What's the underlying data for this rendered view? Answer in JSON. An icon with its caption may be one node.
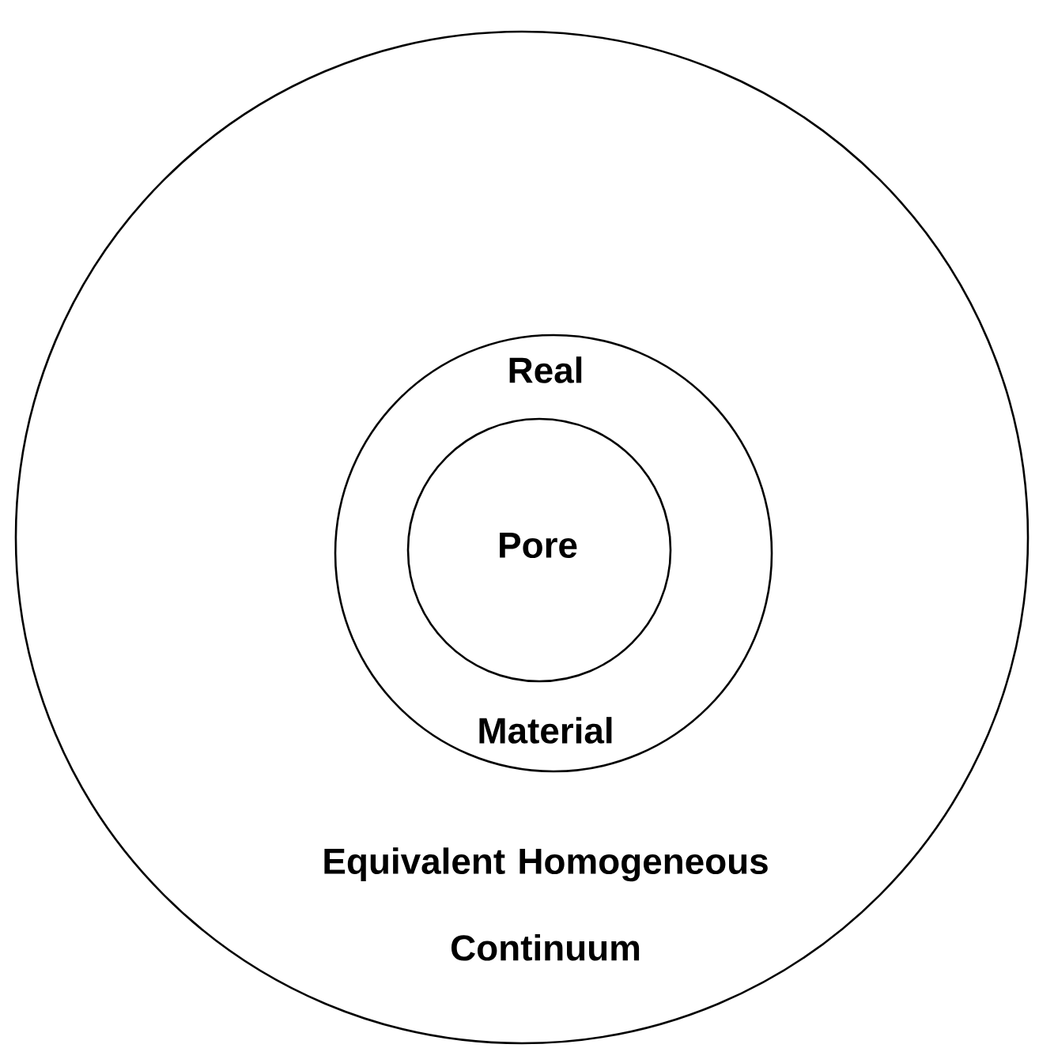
{
  "diagram": {
    "nodes": [
      {
        "text": [
          "Equivalent Homogeneous Continuum"
        ]
      },
      {
        "text": [
          "Real",
          "Material"
        ],
        "in": 0
      },
      {
        "text": [
          "Pore"
        ],
        "in": 1
      }
    ]
  }
}
